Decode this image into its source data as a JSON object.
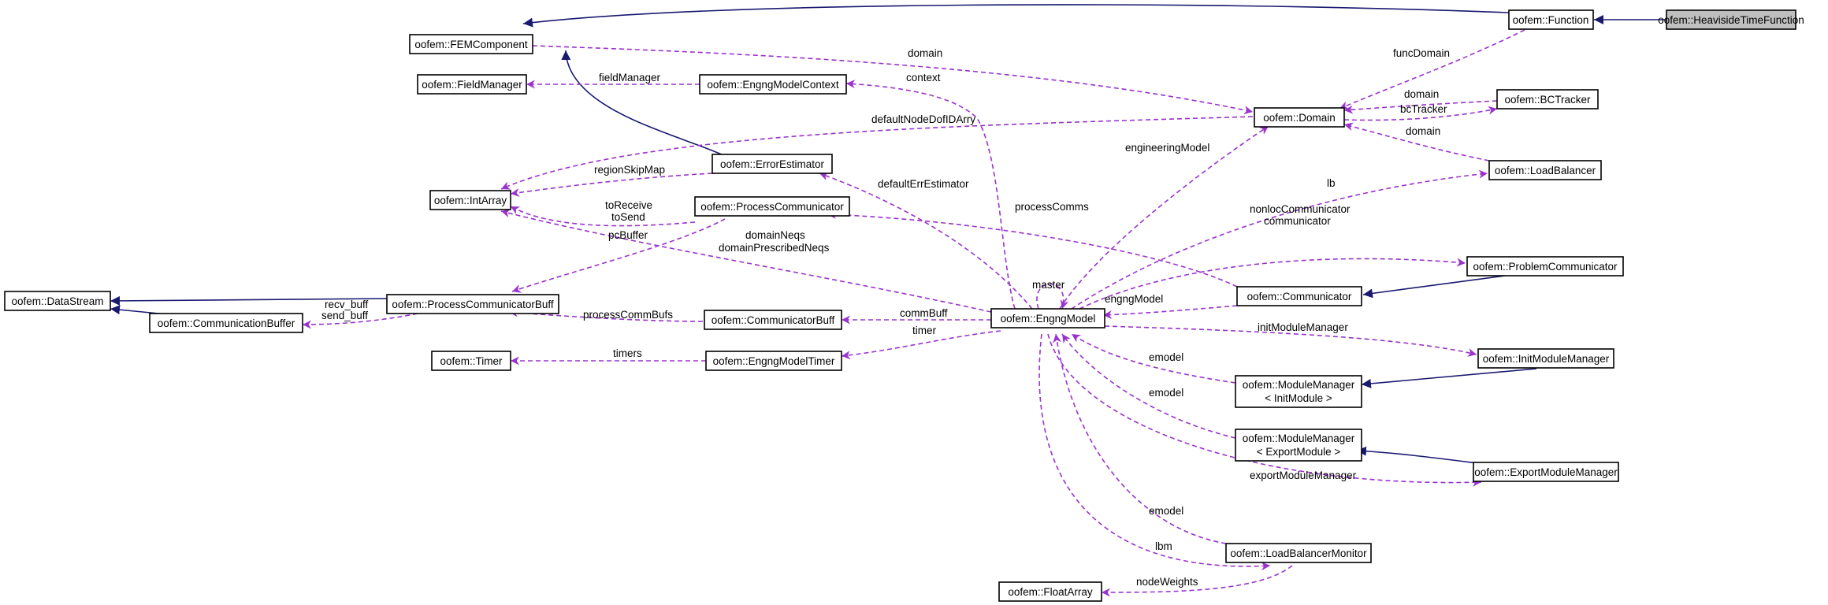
{
  "colors": {
    "inheritance": "#191970",
    "usage": "#9a32cd",
    "focus_fill": "#bfbfbf"
  },
  "nodes": {
    "heaviside": [
      "oofem::HeavisideTimeFunction"
    ],
    "function": [
      "oofem::Function"
    ],
    "femcomponent": [
      "oofem::FEMComponent"
    ],
    "fieldmanager": [
      "oofem::FieldManager"
    ],
    "engngmodelcontext": [
      "oofem::EngngModelContext"
    ],
    "domain": [
      "oofem::Domain"
    ],
    "bctracker": [
      "oofem::BCTracker"
    ],
    "errorestimator": [
      "oofem::ErrorEstimator"
    ],
    "intarray": [
      "oofem::IntArray"
    ],
    "loadbalancer": [
      "oofem::LoadBalancer"
    ],
    "processcommunicator": [
      "oofem::ProcessCommunicator"
    ],
    "datastream": [
      "oofem::DataStream"
    ],
    "processcommunicatorbuff": [
      "oofem::ProcessCommunicatorBuff"
    ],
    "communicationbuffer": [
      "oofem::CommunicationBuffer"
    ],
    "problemcommunicator": [
      "oofem::ProblemCommunicator"
    ],
    "communicator": [
      "oofem::Communicator"
    ],
    "communicatorbuff": [
      "oofem::CommunicatorBuff"
    ],
    "engngmodel": [
      "oofem::EngngModel"
    ],
    "timer": [
      "oofem::Timer"
    ],
    "engngmodeltimer": [
      "oofem::EngngModelTimer"
    ],
    "initmodulemanager": [
      "oofem::InitModuleManager"
    ],
    "modulemanager_init": [
      "oofem::ModuleManager",
      "< InitModule >"
    ],
    "modulemanager_export": [
      "oofem::ModuleManager",
      "< ExportModule >"
    ],
    "exportmodulemanager": [
      "oofem::ExportModuleManager"
    ],
    "loadbalancermonitor": [
      "oofem::LoadBalancerMonitor"
    ],
    "floatarray": [
      "oofem::FloatArray"
    ]
  },
  "edge_labels": {
    "domain_fem": "domain",
    "funcdomain": "funcDomain",
    "fieldmanager": "fieldManager",
    "context": "context",
    "bc_domain": "domain",
    "bctracker": "bcTracker",
    "defaultnodedof": "defaultNodeDofIDArry",
    "lb_domain": "domain",
    "engineeringmodel": "engineeringModel",
    "regionskipmap": "regionSkipMap",
    "defaulterrestimator": "defaultErrEstimator",
    "lb": "lb",
    "toreceive": "toReceive",
    "tosend": "toSend",
    "pcbuffer": "pcBuffer",
    "processcomms": "processComms",
    "domainneqs": "domainNeqs",
    "domainprescribedneqs": "domainPrescribedNeqs",
    "nonloccommunicator": "nonlocCommunicator",
    "communicator": "communicator",
    "master": "master",
    "engngmodel": "engngModel",
    "recvbuff": "recv_buff",
    "sendbuff": "send_buff",
    "processcommbufs": "processCommBufs",
    "commbuff": "commBuff",
    "timer": "timer",
    "timers": "timers",
    "initmodulemanager": "initModuleManager",
    "emodel_init": "emodel",
    "emodel_export": "emodel",
    "exportmodulemanager": "exportModuleManager",
    "emodel_lbm": "emodel",
    "lbm": "lbm",
    "nodeweights": "nodeWeights"
  }
}
